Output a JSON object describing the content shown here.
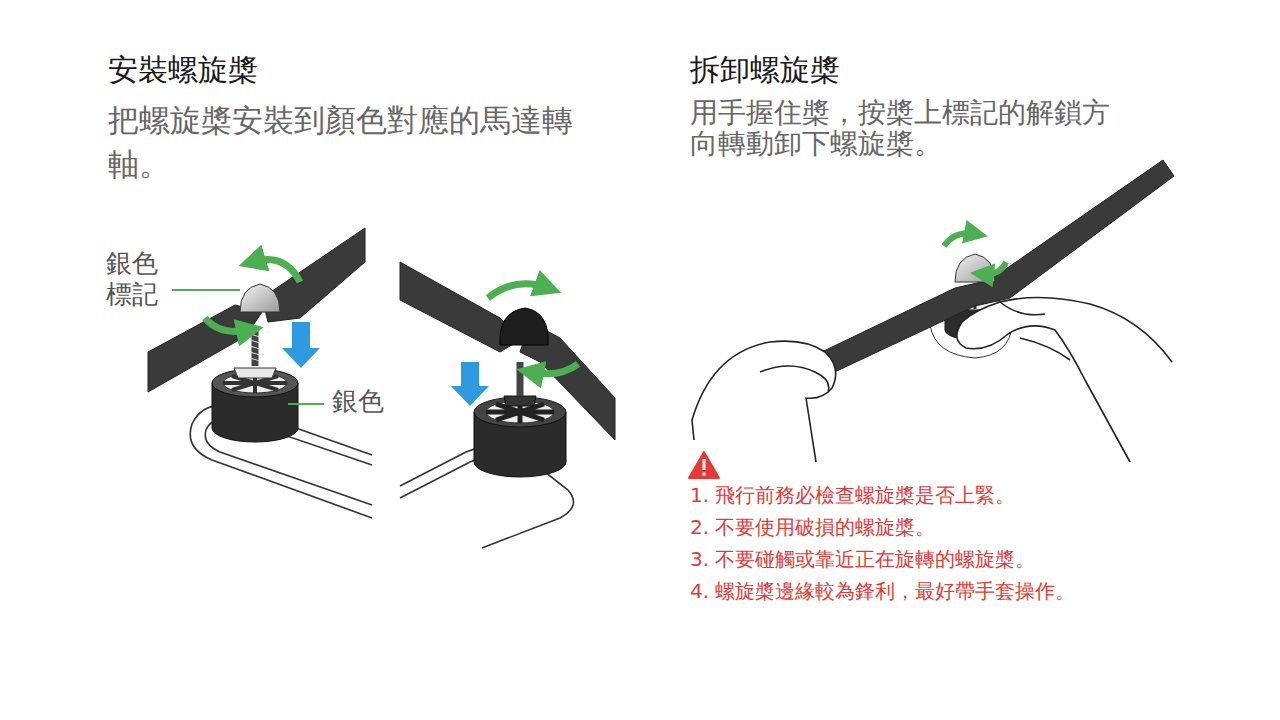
{
  "diagram": {
    "labels": [
      "安裝螺旋槳",
      "把螺旋槳安裝到顏色對應的馬達轉軸。",
      "銀色 標記",
      "銀色",
      "拆卸螺旋槳",
      "用手握住槳，按槳上標記的解鎖方向轉動卸下螺旋槳。",
      "1. 飛行前務必檢查螺旋槳是否上緊。",
      "2. 不要使用破損的螺旋槳。",
      "3. 不要碰觸或靠近正在旋轉的螺旋槳。",
      "4. 螺旋槳邊緣較為鋒利，最好帶手套操作。"
    ]
  }
}
